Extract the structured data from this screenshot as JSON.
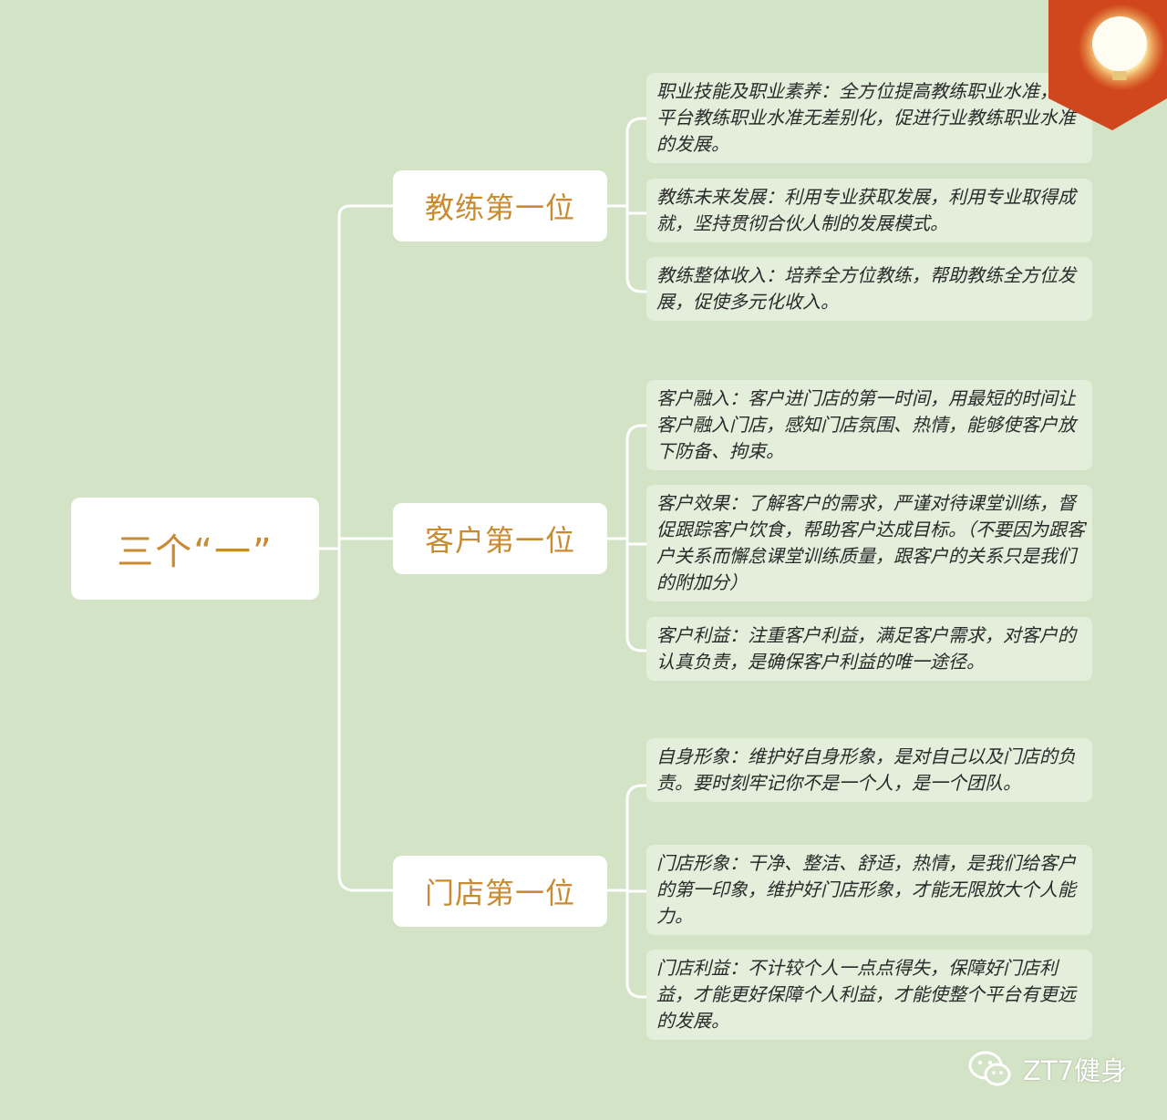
{
  "mindmap": {
    "root": "三个“一”",
    "branches": [
      {
        "title": "教练第一位",
        "items": [
          "职业技能及职业素养：全方位提高教练职业水准，使平台教练职业水准无差别化，促进行业教练职业水准的发展。",
          "教练未来发展：利用专业获取发展，利用专业取得成就，坚持贯彻合伙人制的发展模式。",
          "教练整体收入：培养全方位教练，帮助教练全方位发展，促使多元化收入。"
        ]
      },
      {
        "title": "客户第一位",
        "items": [
          "客户融入：客户进门店的第一时间，用最短的时间让客户融入门店，感知门店氛围、热情，能够使客户放下防备、拘束。",
          "客户效果：了解客户的需求，严谨对待课堂训练，督促跟踪客户饮食，帮助客户达成目标。（不要因为跟客户关系而懈怠课堂训练质量，跟客户的关系只是我们的附加分）",
          "客户利益：注重客户利益，满足客户需求，对客户的认真负责，是确保客户利益的唯一途径。"
        ]
      },
      {
        "title": "门店第一位",
        "items": [
          "自身形象：维护好自身形象，是对自己以及门店的负责。要时刻牢记你不是一个人，是一个团队。",
          "门店形象：干净、整洁、舒适，热情，是我们给客户的第一印象，维护好门店形象，才能无限放大个人能力。",
          "门店利益：不计较个人一点点得失，保障好门店利益，才能更好保障个人利益，才能使整个平台有更远的发展。"
        ]
      }
    ]
  },
  "watermark": {
    "text": "ZT7健身",
    "icon": "wechat-icon"
  },
  "badge": {
    "icon": "lightbulb-icon"
  },
  "colors": {
    "background": "#d3e3c6",
    "accent": "#c98b32",
    "leaf_background": "#e3eedb",
    "connector": "#ffffff",
    "badge": "#d0461d"
  }
}
